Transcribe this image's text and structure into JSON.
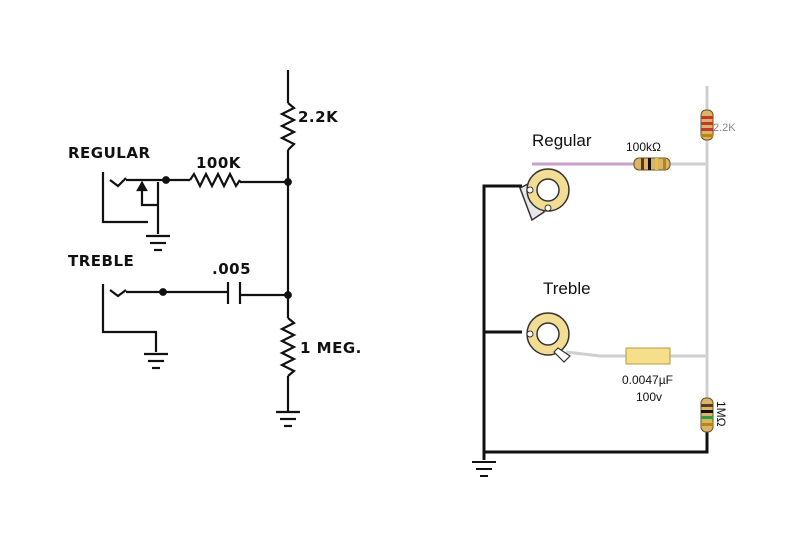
{
  "schematic": {
    "labels": {
      "r1": "2.2K",
      "regular": "REGULAR",
      "r2": "100K",
      "treble": "TREBLE",
      "cap": ".005",
      "r3": "1 MEG."
    }
  },
  "layout": {
    "labels": {
      "regular": "Regular",
      "treble": "Treble",
      "r_100k": "100kΩ",
      "r_2k2": "2.2K",
      "cap_value": "0.0047µF",
      "cap_voltage": "100v",
      "r_1m": "1MΩ"
    },
    "colors": {
      "wire_black": "#111111",
      "wire_grey": "#cfcfcf",
      "wire_pink": "#c9a0c9",
      "jack_ring": "#f3dc94",
      "capacitor_body": "#f5df8a",
      "resistor_body": "#d9b46a"
    }
  }
}
